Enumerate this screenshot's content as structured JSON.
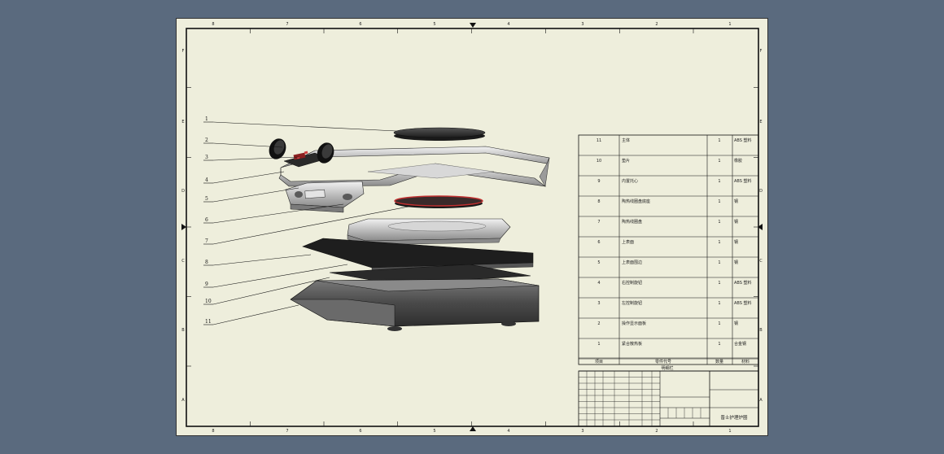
{
  "drawing": {
    "title": "晋士护理炉圈",
    "bom_header_label": "明细栏",
    "columns": [
      "项目",
      "零件代号",
      "数量",
      "材料"
    ],
    "bom_rows": [
      {
        "item": "11",
        "name": "主体",
        "qty": "1",
        "material": "ABS 塑料"
      },
      {
        "item": "10",
        "name": "垫片",
        "qty": "1",
        "material": "橡胶"
      },
      {
        "item": "9",
        "name": "内置托心",
        "qty": "1",
        "material": "ABS 塑料"
      },
      {
        "item": "8",
        "name": "陶热线圈盘底座",
        "qty": "1",
        "material": "钢"
      },
      {
        "item": "7",
        "name": "陶热线圈盘",
        "qty": "1",
        "material": "钢"
      },
      {
        "item": "6",
        "name": "上表面",
        "qty": "1",
        "material": "钢"
      },
      {
        "item": "5",
        "name": "上表面围边",
        "qty": "1",
        "material": "钢"
      },
      {
        "item": "4",
        "name": "右控制旋钮",
        "qty": "1",
        "material": "ABS 塑料"
      },
      {
        "item": "3",
        "name": "左控制旋钮",
        "qty": "1",
        "material": "ABS 塑料"
      },
      {
        "item": "2",
        "name": "操作显示面板",
        "qty": "1",
        "material": "钢"
      },
      {
        "item": "1",
        "name": "紧合散热板",
        "qty": "1",
        "material": "合金钢"
      }
    ],
    "balloons": [
      "1",
      "2",
      "3",
      "4",
      "5",
      "6",
      "7",
      "8",
      "9",
      "10",
      "11"
    ],
    "top_zone_numbers": [
      "8",
      "7",
      "6",
      "5",
      "4",
      "3",
      "2",
      "1"
    ],
    "side_zone_letters": [
      "F",
      "E",
      "D",
      "C",
      "B",
      "A"
    ]
  },
  "colors": {
    "background": "#5a6a7e",
    "paper": "#eeeedc",
    "line": "#111111",
    "part_dark": "#2a2a2a",
    "part_steel": "#c8c8c8",
    "accent_red": "#c03030"
  }
}
